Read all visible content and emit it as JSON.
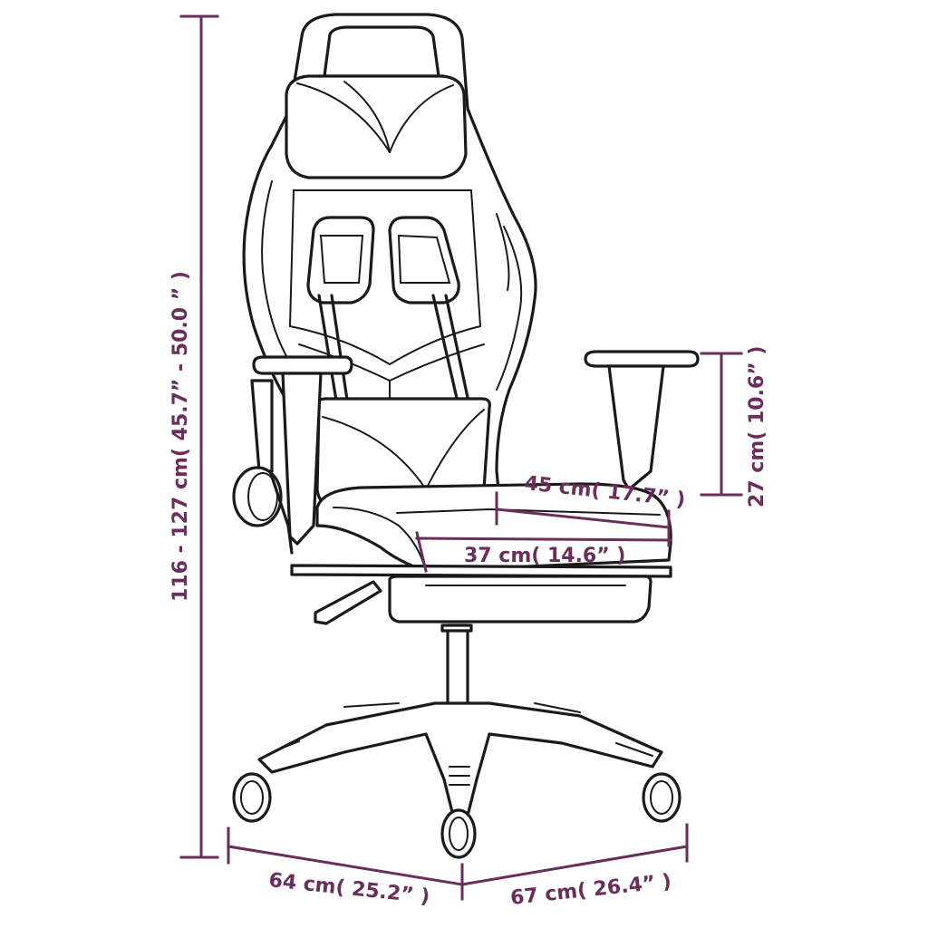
{
  "colors": {
    "dimension": "#6b2d5c",
    "outline": "#1a1a1a",
    "background": "#ffffff"
  },
  "dimensions": {
    "height": "116 - 127 cm( 45.7”  - 50.0  ” )",
    "armrest_height": "27 cm( 10.6”  )",
    "seat_depth": "45 cm( 17.7”  )",
    "seat_width": "37 cm( 14.6”  )",
    "base_width_left": "64 cm( 25.2”  )",
    "base_width_right": "67 cm( 26.4”  )"
  }
}
